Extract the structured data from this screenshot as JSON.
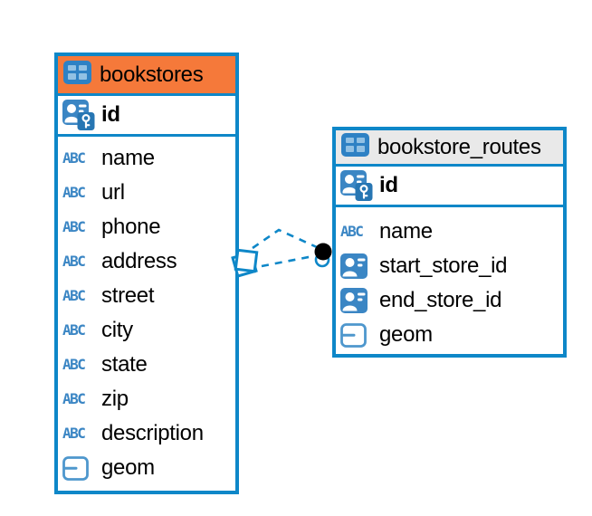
{
  "diagram": {
    "colors": {
      "table_border_blue": "#0e87c8",
      "bookstores_header_orange": "#f5793a",
      "routes_header_gray": "#e9e9e9",
      "icon_blue": "#3b86c4",
      "relation_line_blue": "#0e87c8",
      "relation_dot_black": "#000000"
    },
    "tables": [
      {
        "title": "bookstores",
        "header_icon": "table-grid-icon",
        "header_color": "#f5793a",
        "key_columns": [
          {
            "label": "id",
            "icon": "primary-key-icon"
          }
        ],
        "columns": [
          {
            "label": "name",
            "icon": "text-type-icon"
          },
          {
            "label": "url",
            "icon": "text-type-icon"
          },
          {
            "label": "phone",
            "icon": "text-type-icon"
          },
          {
            "label": "address",
            "icon": "text-type-icon"
          },
          {
            "label": "street",
            "icon": "text-type-icon"
          },
          {
            "label": "city",
            "icon": "text-type-icon"
          },
          {
            "label": "state",
            "icon": "text-type-icon"
          },
          {
            "label": "zip",
            "icon": "text-type-icon"
          },
          {
            "label": "description",
            "icon": "text-type-icon"
          },
          {
            "label": "geom",
            "icon": "geometry-type-icon"
          }
        ]
      },
      {
        "title": "bookstore_routes",
        "header_icon": "table-grid-icon",
        "header_color": "#e9e9e9",
        "key_columns": [
          {
            "label": "id",
            "icon": "primary-key-icon"
          }
        ],
        "columns": [
          {
            "label": "name",
            "icon": "text-type-icon"
          },
          {
            "label": "start_store_id",
            "icon": "foreign-key-icon"
          },
          {
            "label": "end_store_id",
            "icon": "foreign-key-icon"
          },
          {
            "label": "geom",
            "icon": "geometry-type-icon"
          }
        ]
      }
    ],
    "relationship": {
      "from_table": "bookstores",
      "to_table": "bookstore_routes",
      "line_style": "dashed",
      "from_marker": "diamond",
      "to_marker": "black-dot"
    },
    "icon_text": {
      "text_type_glyph": "ABC"
    }
  }
}
